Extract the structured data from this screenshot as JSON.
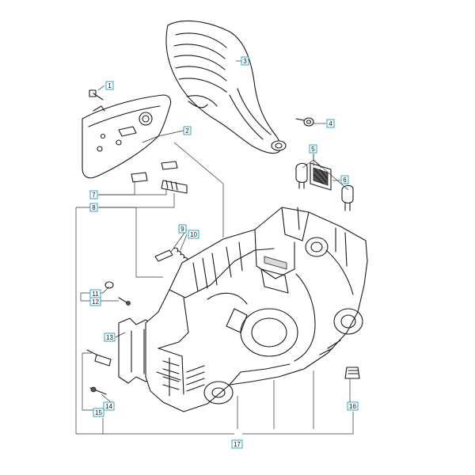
{
  "accent_color": "#2aa7c8",
  "callouts": [
    {
      "id": "1",
      "label": "1"
    },
    {
      "id": "2",
      "label": "2"
    },
    {
      "id": "3",
      "label": "3"
    },
    {
      "id": "4",
      "label": "4"
    },
    {
      "id": "5",
      "label": "5"
    },
    {
      "id": "6",
      "label": "6"
    },
    {
      "id": "7",
      "label": "7"
    },
    {
      "id": "8",
      "label": "8"
    },
    {
      "id": "9",
      "label": "9"
    },
    {
      "id": "10",
      "label": "10"
    },
    {
      "id": "11",
      "label": "11"
    },
    {
      "id": "12",
      "label": "12"
    },
    {
      "id": "13",
      "label": "13"
    },
    {
      "id": "14",
      "label": "14"
    },
    {
      "id": "15",
      "label": "15"
    },
    {
      "id": "16",
      "label": "16"
    },
    {
      "id": "17",
      "label": "17"
    }
  ]
}
